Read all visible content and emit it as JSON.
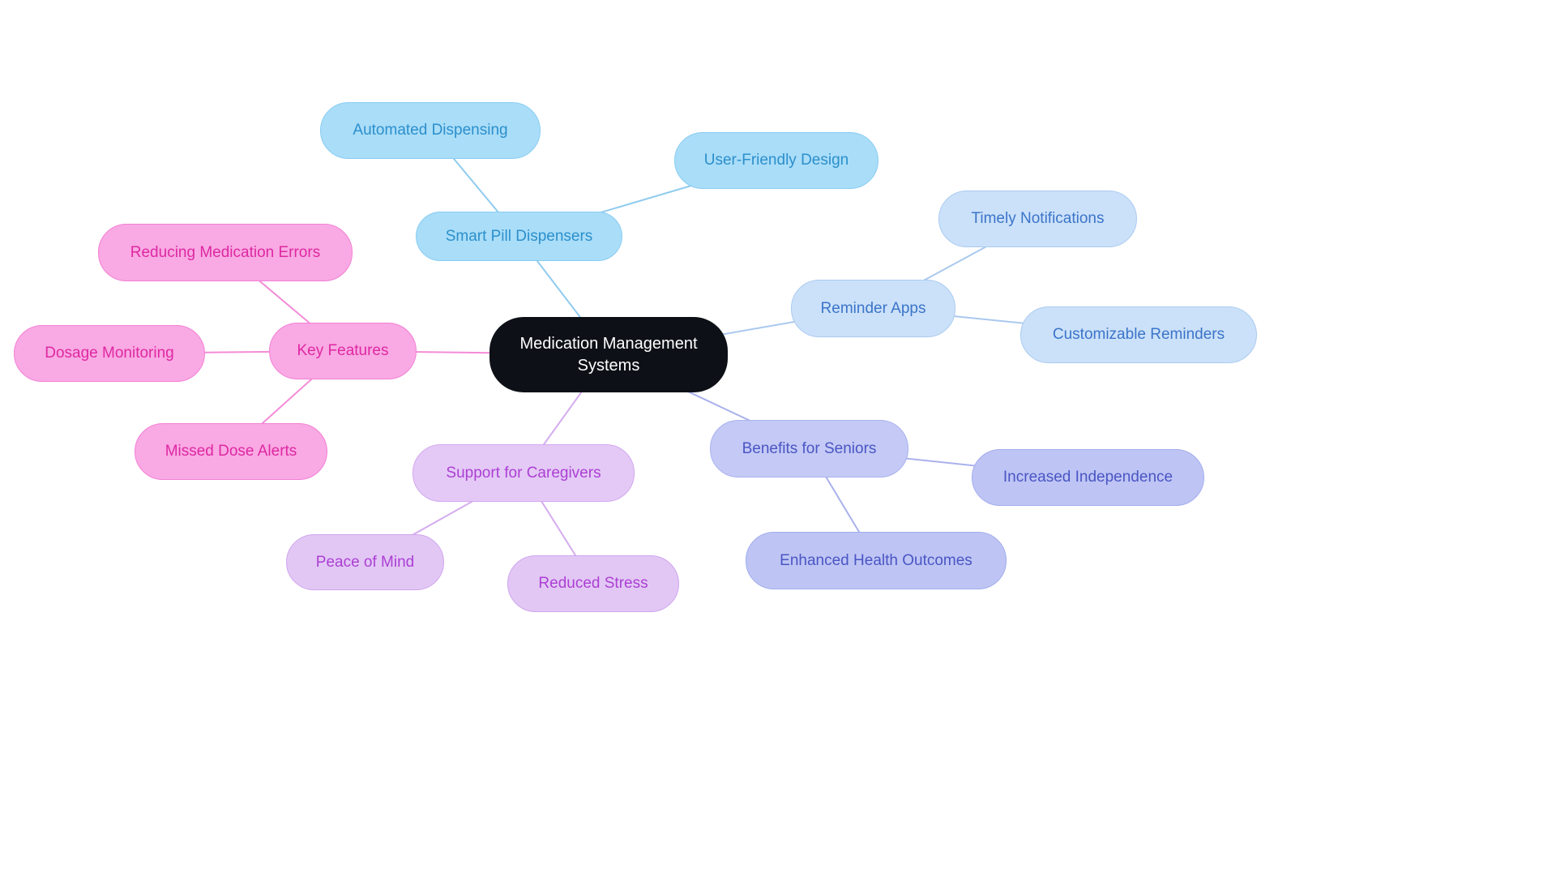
{
  "diagram": {
    "background": "#FFFFFF",
    "nodes": {
      "center": {
        "label": "Medication Management Systems",
        "bg": "#0D1117",
        "border": "#0D1117",
        "text": "#FFFFFF"
      },
      "smart_pill_dispensers": {
        "label": "Smart Pill Dispensers",
        "bg": "#A9DDF8",
        "border": "#8BCDF2",
        "text": "#2C8FCB"
      },
      "automated_dispensing": {
        "label": "Automated Dispensing",
        "bg": "#A9DDF8",
        "border": "#8BCDF2",
        "text": "#2C8FCB"
      },
      "user_friendly_design": {
        "label": "User-Friendly Design",
        "bg": "#A9DDF8",
        "border": "#8BCDF2",
        "text": "#2C8FCB"
      },
      "reminder_apps": {
        "label": "Reminder Apps",
        "bg": "#CBE1F9",
        "border": "#ABCBF0",
        "text": "#3B74C9"
      },
      "timely_notifications": {
        "label": "Timely Notifications",
        "bg": "#CBE1F9",
        "border": "#ABCBF0",
        "text": "#3B74C9"
      },
      "customizable_reminders": {
        "label": "Customizable Reminders",
        "bg": "#CBE1F9",
        "border": "#ABCBF0",
        "text": "#3B74C9"
      },
      "benefits_for_seniors": {
        "label": "Benefits for Seniors",
        "bg": "#C4CAF5",
        "border": "#A9B2EF",
        "text": "#4A55C4"
      },
      "increased_independence": {
        "label": "Increased Independence",
        "bg": "#BEC5F4",
        "border": "#A3ACEE",
        "text": "#4A55C4"
      },
      "enhanced_health_outcomes": {
        "label": "Enhanced Health Outcomes",
        "bg": "#BEC5F4",
        "border": "#A3ACEE",
        "text": "#4A55C4"
      },
      "support_for_caregivers": {
        "label": "Support for Caregivers",
        "bg": "#E4C9F6",
        "border": "#D2A8EF",
        "text": "#AC3FD3"
      },
      "peace_of_mind": {
        "label": "Peace of Mind",
        "bg": "#E2C7F5",
        "border": "#D0A5EE",
        "text": "#AC3FD3"
      },
      "reduced_stress": {
        "label": "Reduced Stress",
        "bg": "#E2C7F5",
        "border": "#D0A5EE",
        "text": "#AC3FD3"
      },
      "key_features": {
        "label": "Key Features",
        "bg": "#F9A9E3",
        "border": "#F381D6",
        "text": "#DE28A2"
      },
      "reducing_medication_errors": {
        "label": "Reducing Medication Errors",
        "bg": "#F9A9E3",
        "border": "#F381D6",
        "text": "#DE28A2"
      },
      "dosage_monitoring": {
        "label": "Dosage Monitoring",
        "bg": "#F9A9E3",
        "border": "#F381D6",
        "text": "#DE28A2"
      },
      "missed_dose_alerts": {
        "label": "Missed Dose Alerts",
        "bg": "#F9A9E3",
        "border": "#F381D6",
        "text": "#DE28A2"
      }
    },
    "edge_colors": {
      "blue": "#8FCBEF",
      "lightblue": "#A9C9EE",
      "periwinkle": "#A9B1EC",
      "purple": "#D4ACEF",
      "pink": "#F48BD8"
    }
  }
}
